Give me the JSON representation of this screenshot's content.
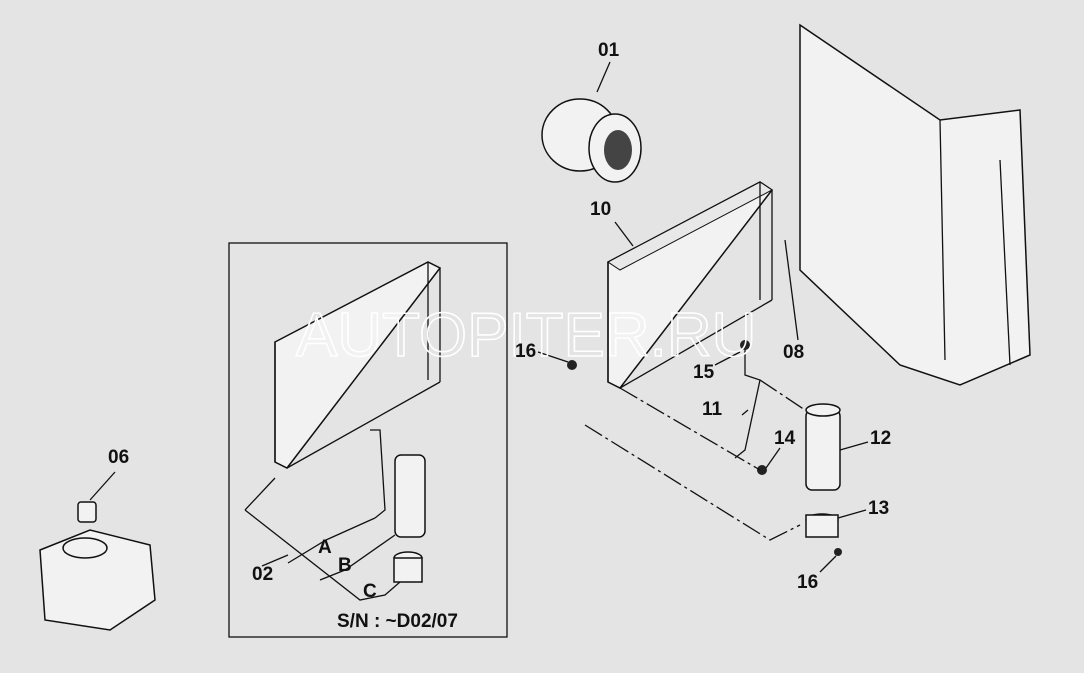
{
  "watermark": "AUTOPITER.RU",
  "callouts": {
    "c01": "01",
    "c10": "10",
    "c08": "08",
    "c16a": "16",
    "c15": "15",
    "c11": "11",
    "c14": "14",
    "c12": "12",
    "c13": "13",
    "c16b": "16",
    "c06": "06",
    "c02": "02",
    "cA": "A",
    "cB": "B",
    "cC": "C"
  },
  "serial_note": "S/N :  ~D02/07"
}
